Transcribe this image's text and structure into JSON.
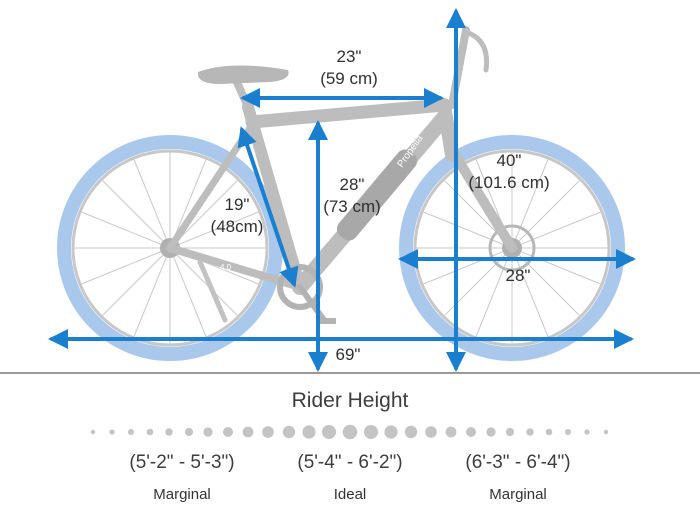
{
  "dimensions": {
    "top_tube": {
      "inches": "23\"",
      "cm": "(59 cm)"
    },
    "seat_tube": {
      "inches": "19\"",
      "cm": "(48cm)"
    },
    "standover": {
      "inches": "28\"",
      "cm": "(73 cm)"
    },
    "overall_height": {
      "inches": "40\"",
      "cm": "(101.6 cm)"
    },
    "wheel_diameter": {
      "inches": "28\""
    },
    "overall_length": {
      "inches": "69\""
    }
  },
  "rider_height": {
    "title": "Rider Height",
    "ranges": [
      {
        "range": "(5'-2\" - 5'-3\")",
        "fit": "Marginal"
      },
      {
        "range": "(5'-4\" - 6'-2\")",
        "fit": "Ideal"
      },
      {
        "range": "(6'-3\" - 6'-4\")",
        "fit": "Marginal"
      }
    ]
  },
  "colors": {
    "arrow": "#1b7fd0",
    "rim": "#a9c8ec",
    "bike": "#bdbdbd",
    "ground": "#9a9a9a",
    "dot": "#c4c4c4"
  },
  "bike_brand_text": "Propella",
  "bike_model_text": "4.0"
}
